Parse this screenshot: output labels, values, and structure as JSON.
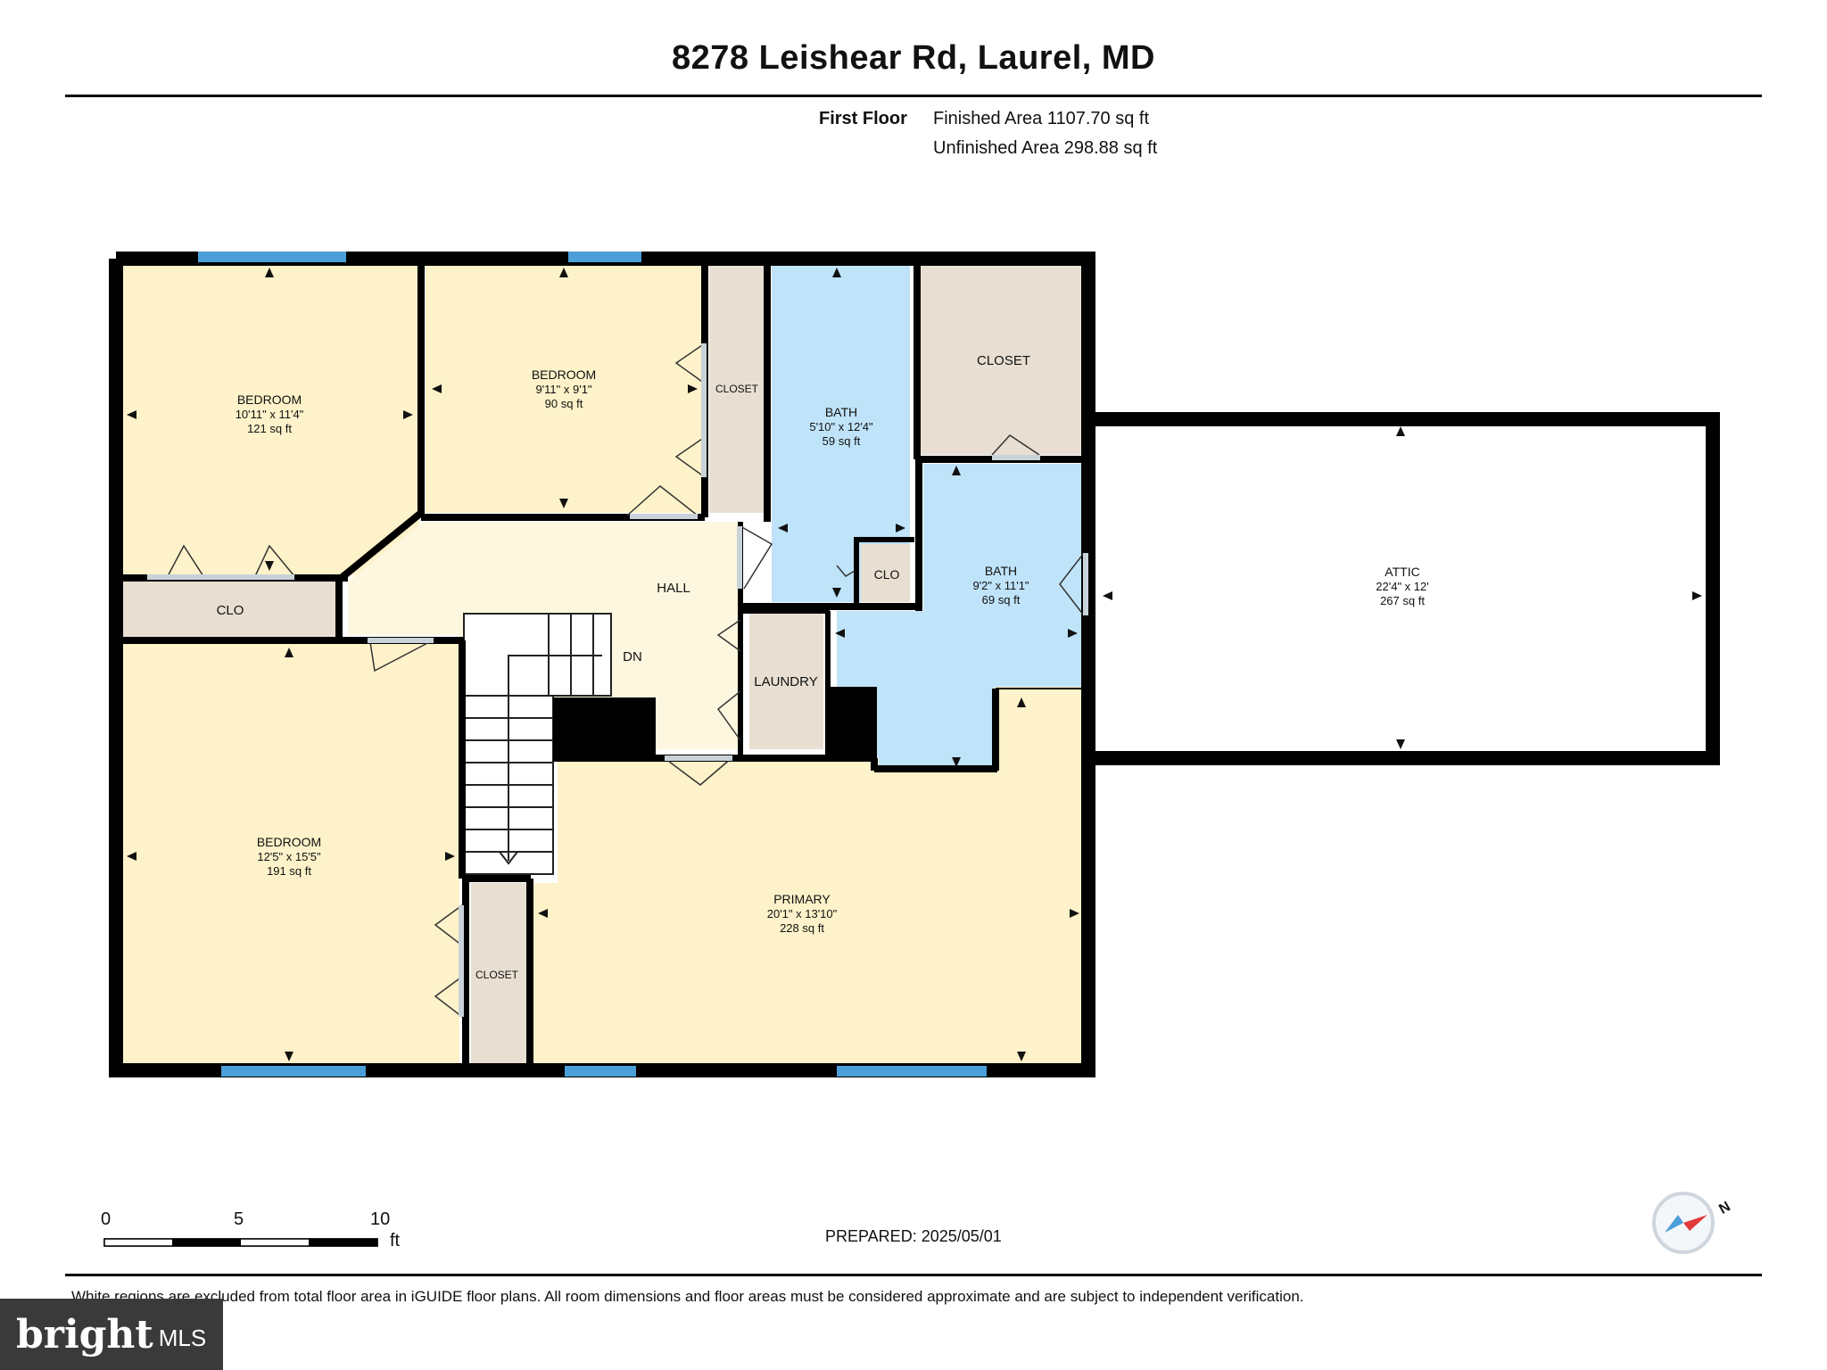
{
  "header": {
    "title": "8278 Leishear Rd, Laurel, MD",
    "floor": "First Floor",
    "finished_area": "Finished Area 1107.70 sq ft",
    "unfinished_area": "Unfinished Area 298.88 sq ft"
  },
  "rooms": {
    "bedroom1": {
      "name": "BEDROOM",
      "dims": "10'11\" x 11'4\"",
      "area": "121 sq ft"
    },
    "bedroom2": {
      "name": "BEDROOM",
      "dims": "9'11\" x 9'1\"",
      "area": "90 sq ft"
    },
    "closet_small": {
      "name": "CLOSET"
    },
    "bath1": {
      "name": "BATH",
      "dims": "5'10\" x 12'4\"",
      "area": "59 sq ft"
    },
    "closet_large": {
      "name": "CLOSET"
    },
    "attic": {
      "name": "ATTIC",
      "dims": "22'4\" x 12'",
      "area": "267 sq ft"
    },
    "clo_left": {
      "name": "CLO"
    },
    "hall": {
      "name": "HALL"
    },
    "clo_bath": {
      "name": "CLO"
    },
    "bath2": {
      "name": "BATH",
      "dims": "9'2\" x 11'1\"",
      "area": "69 sq ft"
    },
    "stairs": {
      "name": "DN"
    },
    "laundry": {
      "name": "LAUNDRY"
    },
    "bedroom3": {
      "name": "BEDROOM",
      "dims": "12'5\" x 15'5\"",
      "area": "191 sq ft"
    },
    "primary": {
      "name": "PRIMARY",
      "dims": "20'1\" x 13'10\"",
      "area": "228 sq ft"
    },
    "closet_bottom": {
      "name": "CLOSET"
    }
  },
  "scale": {
    "labels": [
      "0",
      "5",
      "10"
    ],
    "unit": "ft"
  },
  "prepared": "PREPARED: 2025/05/01",
  "compass": {
    "label": "N"
  },
  "footer_note": "White regions are excluded from total floor area in iGUIDE floor plans. All room dimensions and floor areas must be considered approximate and are subject to independent verification.",
  "logo": {
    "brand": "bright",
    "suffix": "MLS"
  },
  "colors": {
    "bedroom": "#fdf2c9",
    "hall": "#fef7df",
    "bath": "#bfe3f9",
    "closet": "#e8dfd2",
    "wall": "#000000",
    "window": "#4a9fd8"
  }
}
